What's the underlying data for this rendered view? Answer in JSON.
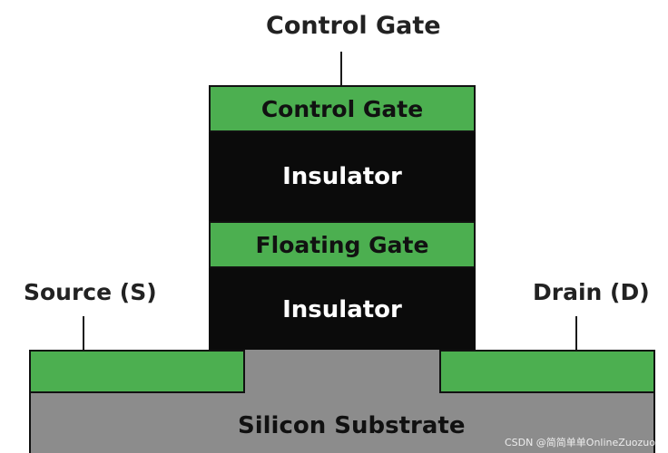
{
  "labels": {
    "control_gate_top": "Control Gate",
    "source": "Source (S)",
    "drain": "Drain (D)"
  },
  "stack": {
    "control_gate": "Control Gate",
    "insulator_upper": "Insulator",
    "floating_gate": "Floating Gate",
    "insulator_lower": "Insulator"
  },
  "substrate": {
    "label": "Silicon Substrate"
  },
  "watermark": "CSDN @简简单单OnlineZuozuo",
  "colors": {
    "gate_green": "#4caf50",
    "insulator_black": "#0b0b0b",
    "substrate_gray": "#8c8c8c",
    "outline": "#111111"
  }
}
